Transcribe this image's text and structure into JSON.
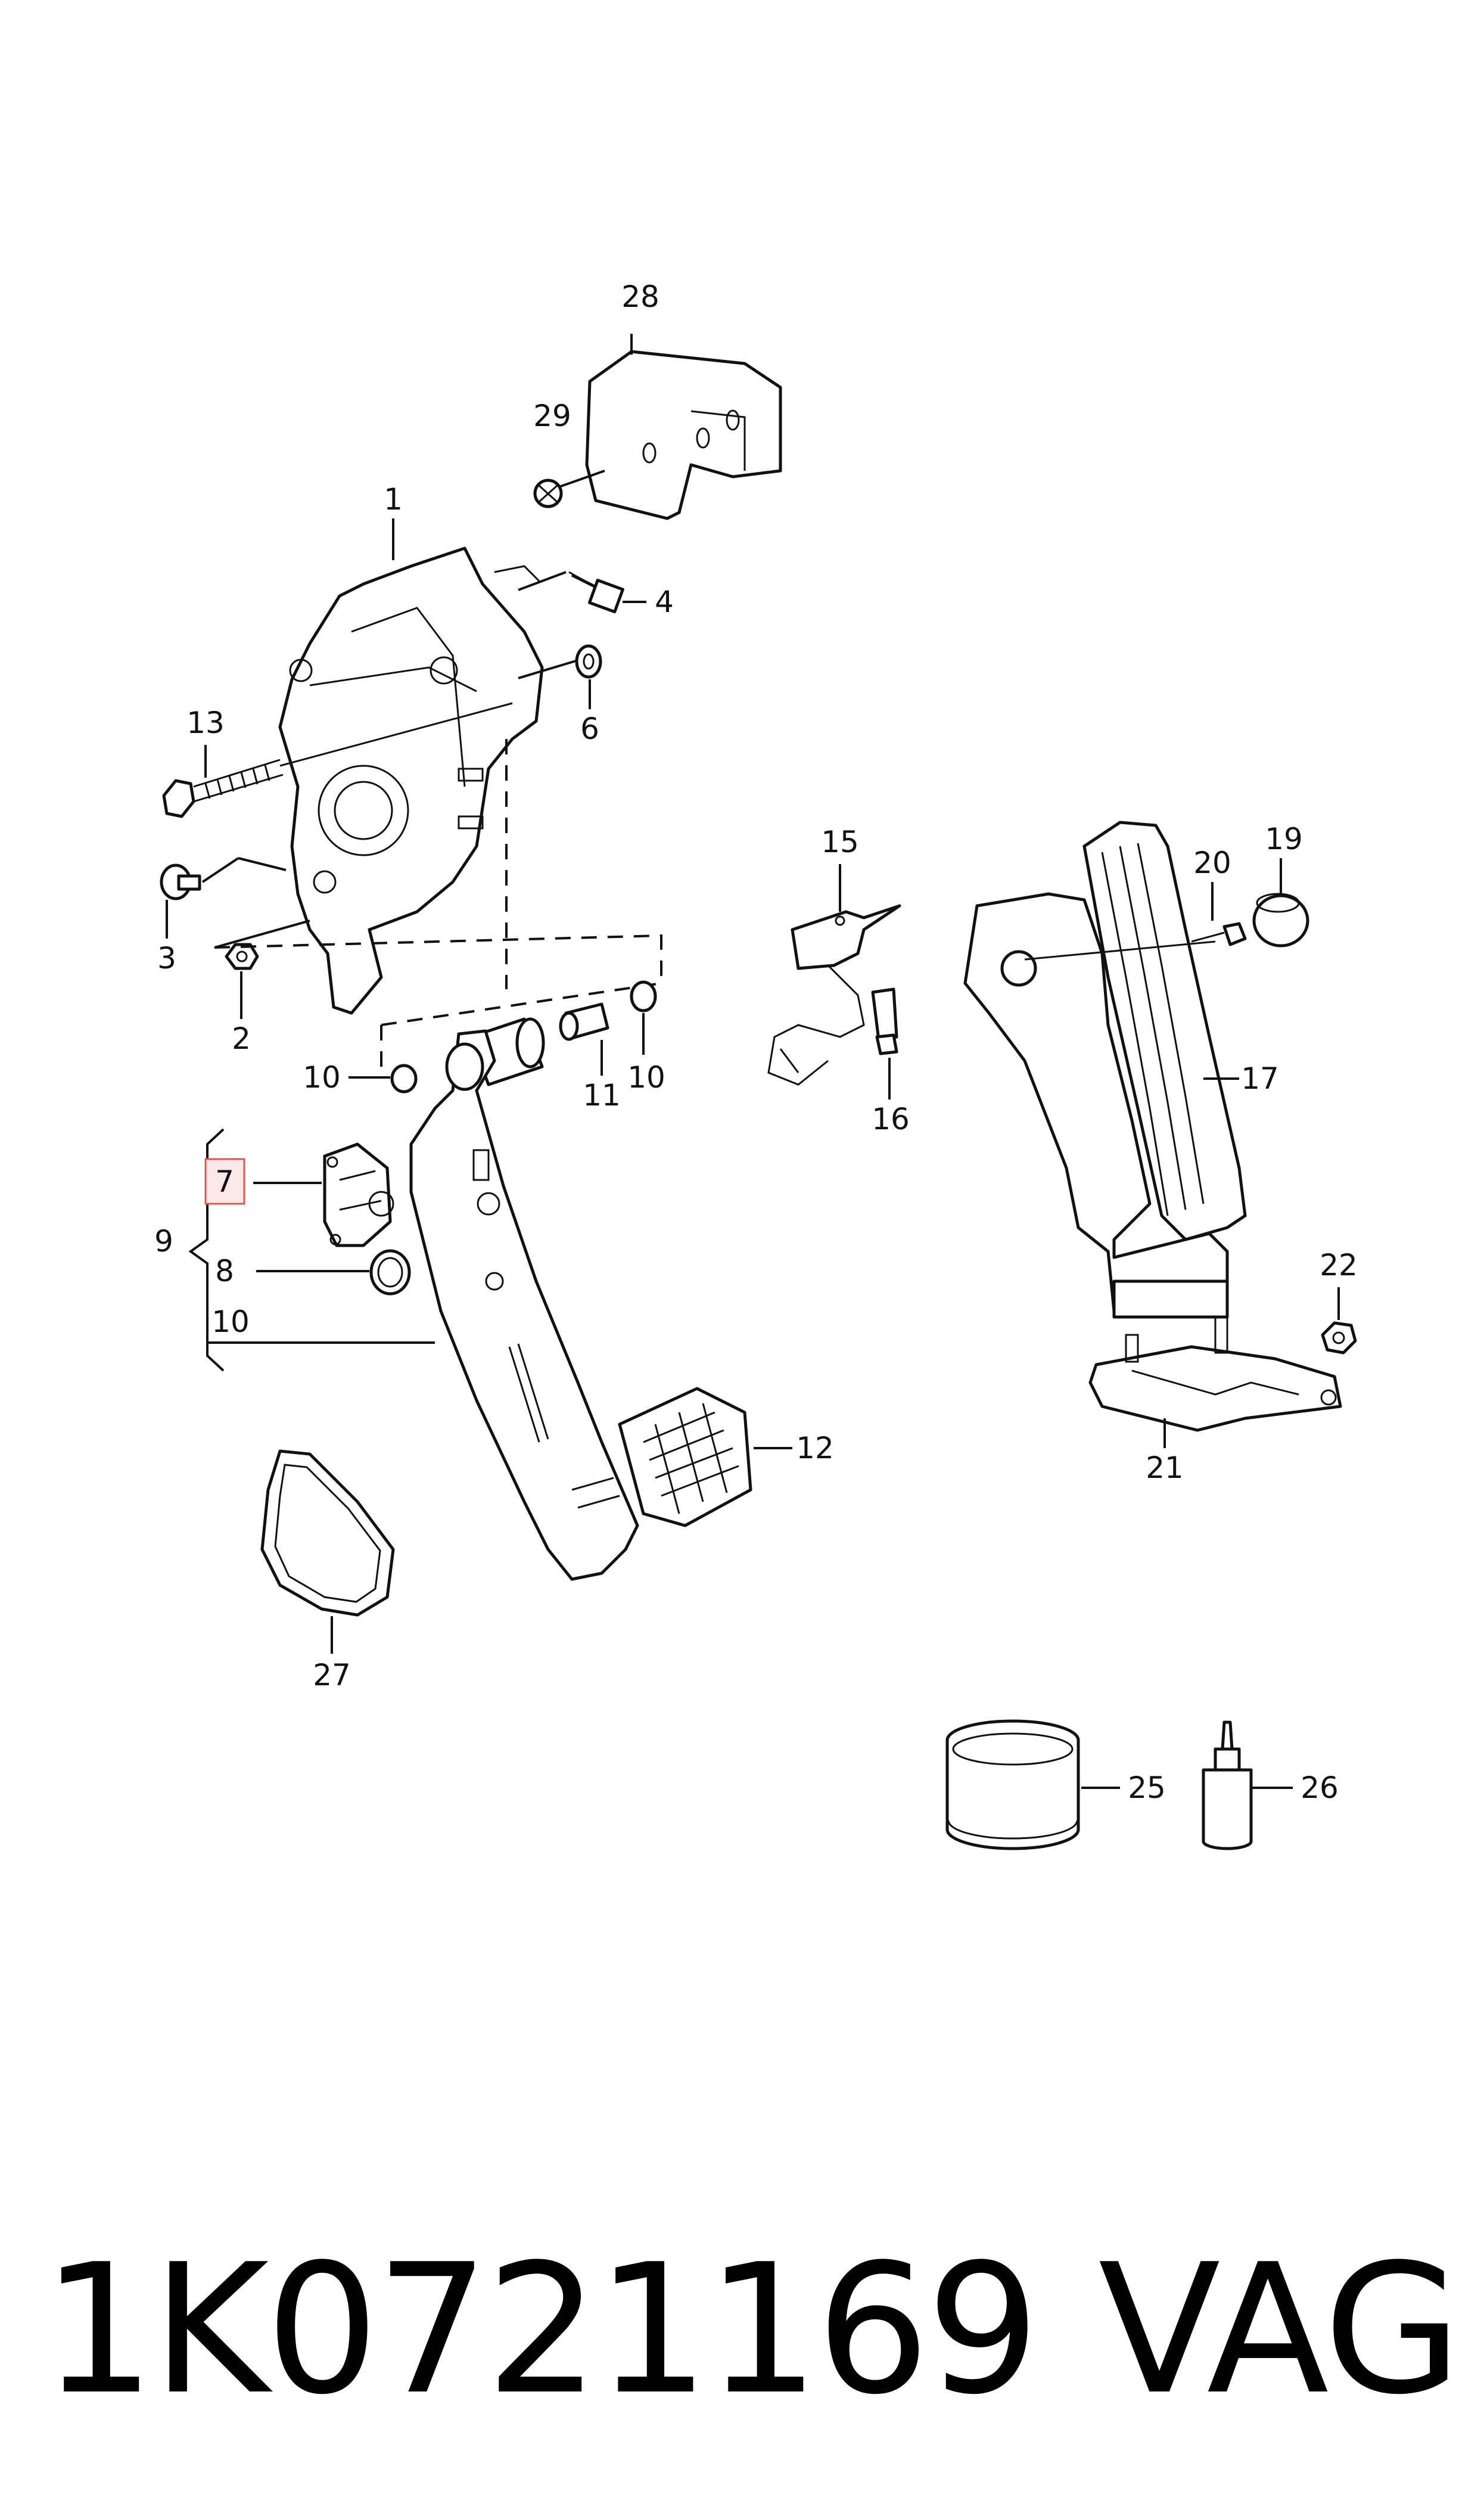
{
  "diagram": {
    "callouts": {
      "c1": "1",
      "c2": "2",
      "c3": "3",
      "c4": "4",
      "c6": "6",
      "c7": "7",
      "c8": "8",
      "c9": "9",
      "c10a": "10",
      "c10b": "10",
      "c10c": "10",
      "c11": "11",
      "c12": "12",
      "c13": "13",
      "c15": "15",
      "c16": "16",
      "c17": "17",
      "c19": "19",
      "c20": "20",
      "c21": "21",
      "c22": "22",
      "c25": "25",
      "c26": "26",
      "c27": "27",
      "c28": "28",
      "c29": "29"
    },
    "highlighted_callout": "7",
    "highlight_color": "#e05555"
  },
  "footer": {
    "part_number": "1K0721169",
    "brand": "VAG"
  }
}
